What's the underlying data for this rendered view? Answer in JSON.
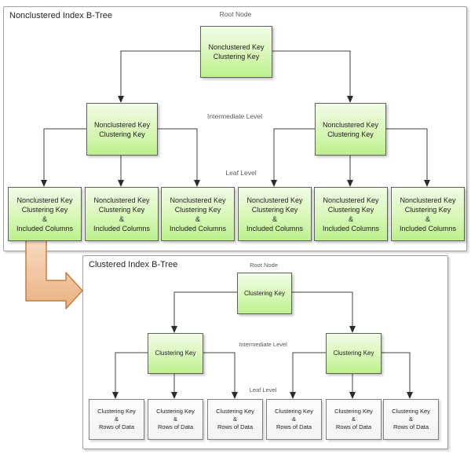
{
  "diagrams": {
    "nonclustered": {
      "title": "Nonclustered Index B-Tree",
      "labels": {
        "root": "Root Node",
        "intermediate": "Intermediate Level",
        "leaf": "Leaf Level"
      },
      "root_text": "Nonclustered Key\nClustering Key",
      "intermediate_text": "Nonclustered Key\nClustering Key",
      "leaf_text": "Nonclustered Key\nClustering Key\n&\nIncluded Columns",
      "intermediate_count": 2,
      "leaf_count": 6
    },
    "clustered": {
      "title": "Clustered Index B-Tree",
      "labels": {
        "root": "Root Node",
        "intermediate": "Intermediate Level",
        "leaf": "Leaf Level"
      },
      "root_text": "Clustering Key",
      "intermediate_text": "Clustering Key",
      "leaf_text": "Clustering Key\n&\nRows of Data",
      "intermediate_count": 2,
      "leaf_count": 6
    }
  },
  "colors": {
    "green_top": "#f1fce7",
    "green_bottom": "#bdf08e",
    "node_border": "#616161",
    "container_border": "#a0a0a0",
    "connector": "#404040",
    "label_color": "#595959",
    "arrow_fill_light": "#f8dcc0",
    "arrow_fill_dark": "#eab184",
    "arrow_border": "#bf8040"
  }
}
